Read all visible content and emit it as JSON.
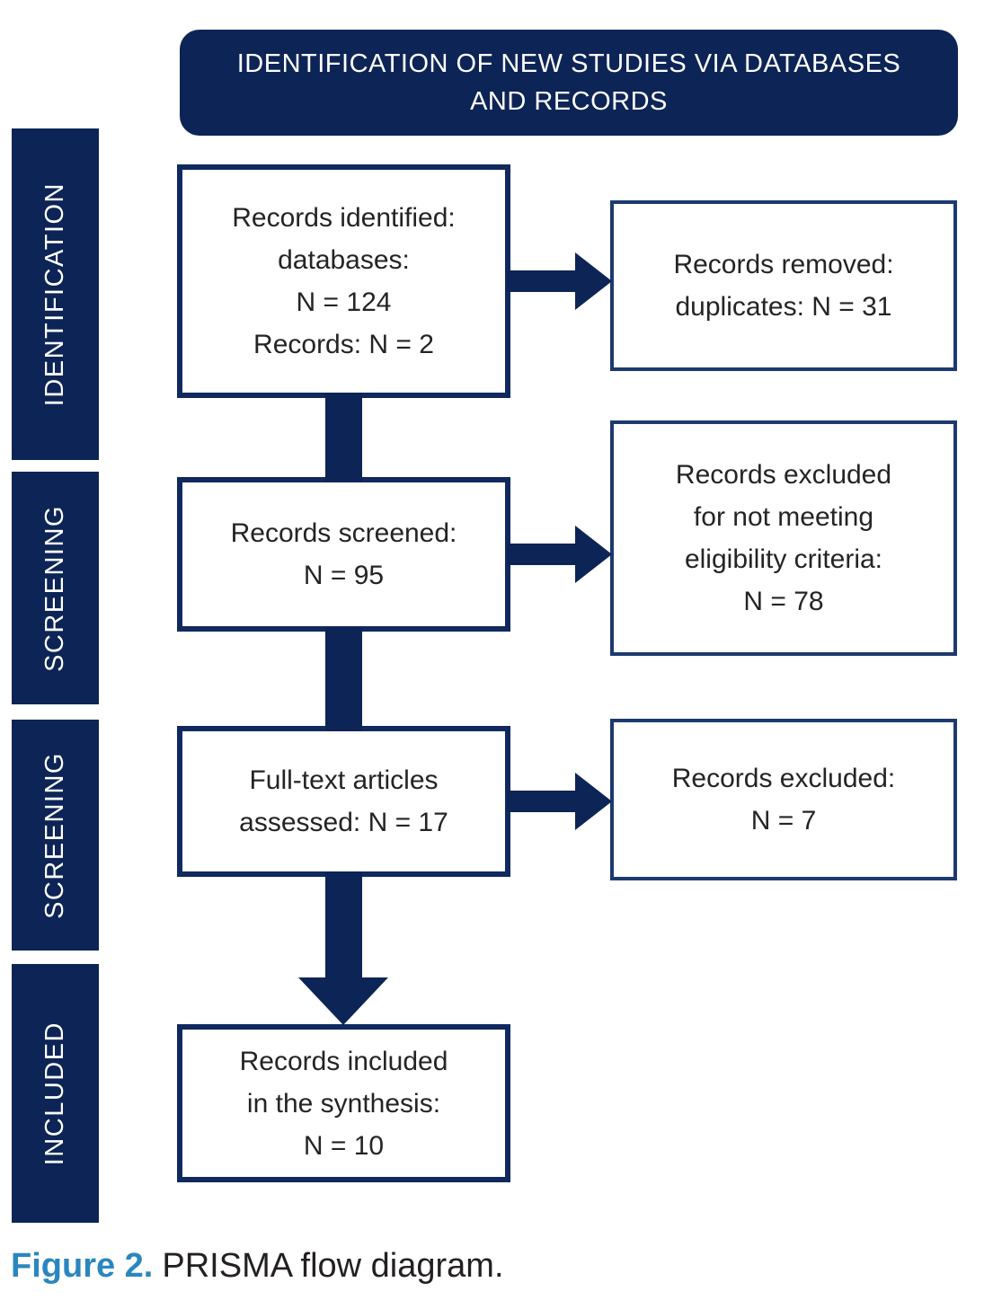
{
  "header": {
    "title": "IDENTIFICATION OF NEW STUDIES VIA DATABASES\nAND RECORDS"
  },
  "sidebar": {
    "stages": [
      {
        "label": "IDENTIFICATION"
      },
      {
        "label": "SCREENING"
      },
      {
        "label": "SCREENING"
      },
      {
        "label": "INCLUDED"
      }
    ]
  },
  "flow": {
    "main_boxes": [
      {
        "text": "Records identified:\ndatabases:\nN = 124\nRecords: N = 2"
      },
      {
        "text": "Records screened:\nN = 95"
      },
      {
        "text": "Full-text articles\nassessed: N = 17"
      },
      {
        "text": "Records included\nin the synthesis:\nN = 10"
      }
    ],
    "side_boxes": [
      {
        "text": "Records removed:\nduplicates: N = 31"
      },
      {
        "text": "Records excluded\nfor not meeting\neligibility criteria:\nN = 78"
      },
      {
        "text": "Records excluded:\nN = 7"
      }
    ]
  },
  "caption": {
    "label": "Figure 2.",
    "text": "PRISMA flow diagram."
  },
  "colors": {
    "navy": "#0d2456",
    "main_border": "#10295e",
    "side_border": "#1c3a6f",
    "text_dark": "#242424",
    "caption_blue": "#2b86bf"
  }
}
